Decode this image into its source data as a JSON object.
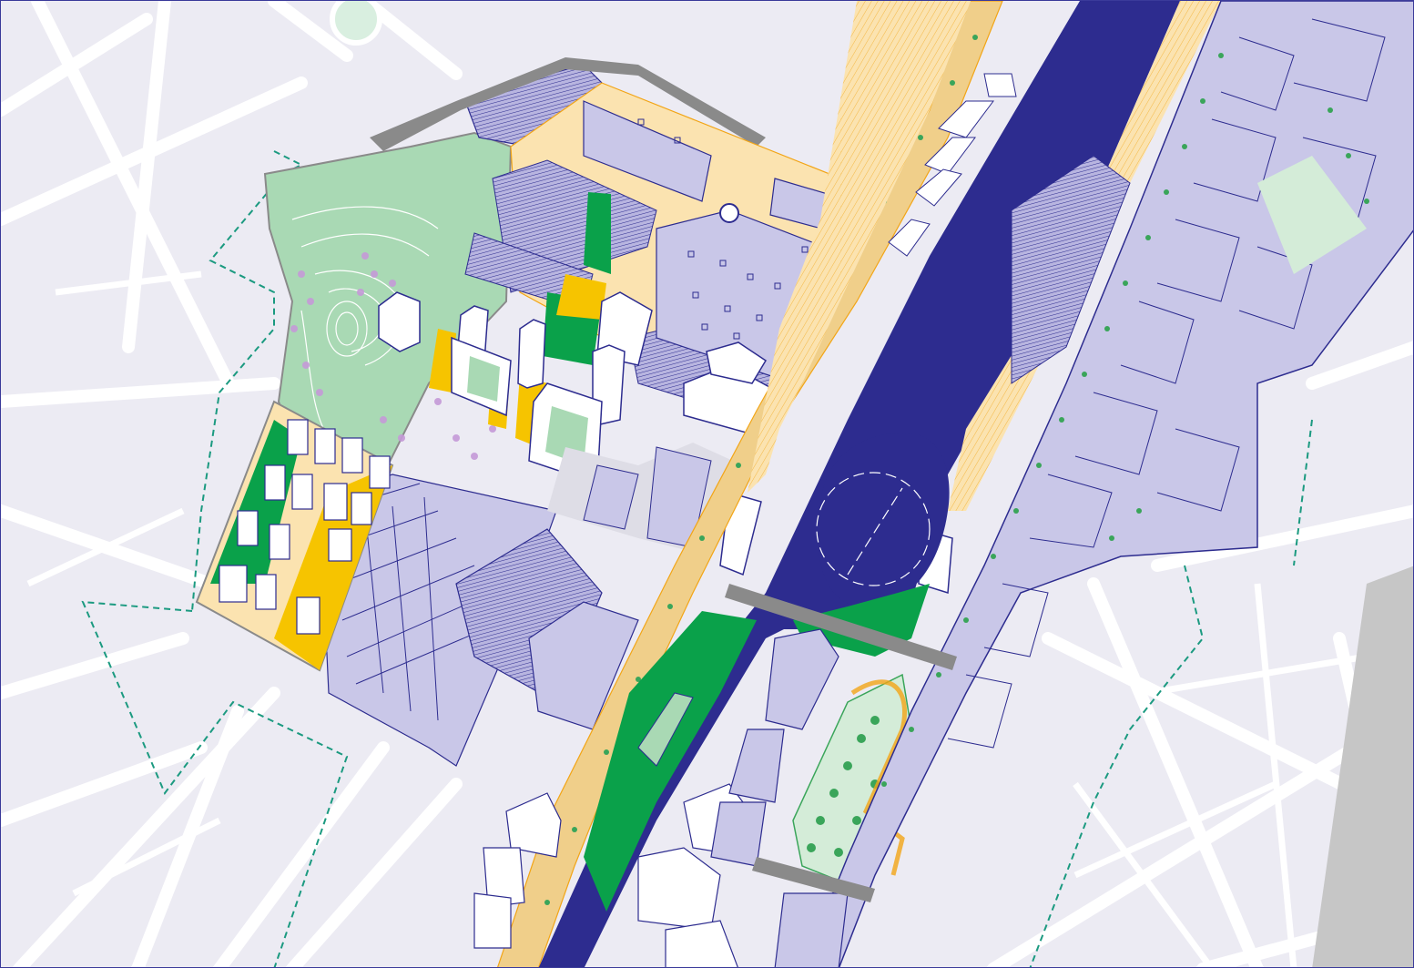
{
  "map": {
    "type": "urban master plan axonometric",
    "colors": {
      "background": "#ecebf3",
      "street": "#ffffff",
      "water": "#2d2c8f",
      "building_fill": "#c9c7e8",
      "building_stroke": "#2d2c8f",
      "green": "#0aa14a",
      "light_green": "#a9d9b4",
      "yellow": "#f6c400",
      "light_yellow": "#fbe3b0",
      "orange_line": "#f2a516",
      "dark_road": "#8a8a8a",
      "trees": "#3aa55a",
      "perimeter_dashed": "#1b9a80",
      "white_blocks": "#ffffff"
    },
    "features": [
      {
        "name": "canal",
        "kind": "water"
      },
      {
        "name": "turning-basin",
        "kind": "water"
      },
      {
        "name": "park-west",
        "kind": "park"
      },
      {
        "name": "park-southeast",
        "kind": "park"
      },
      {
        "name": "rail-yard",
        "kind": "infrastructure"
      },
      {
        "name": "tree-lined-boulevard",
        "kind": "street"
      },
      {
        "name": "project-perimeter",
        "kind": "boundary"
      }
    ]
  }
}
